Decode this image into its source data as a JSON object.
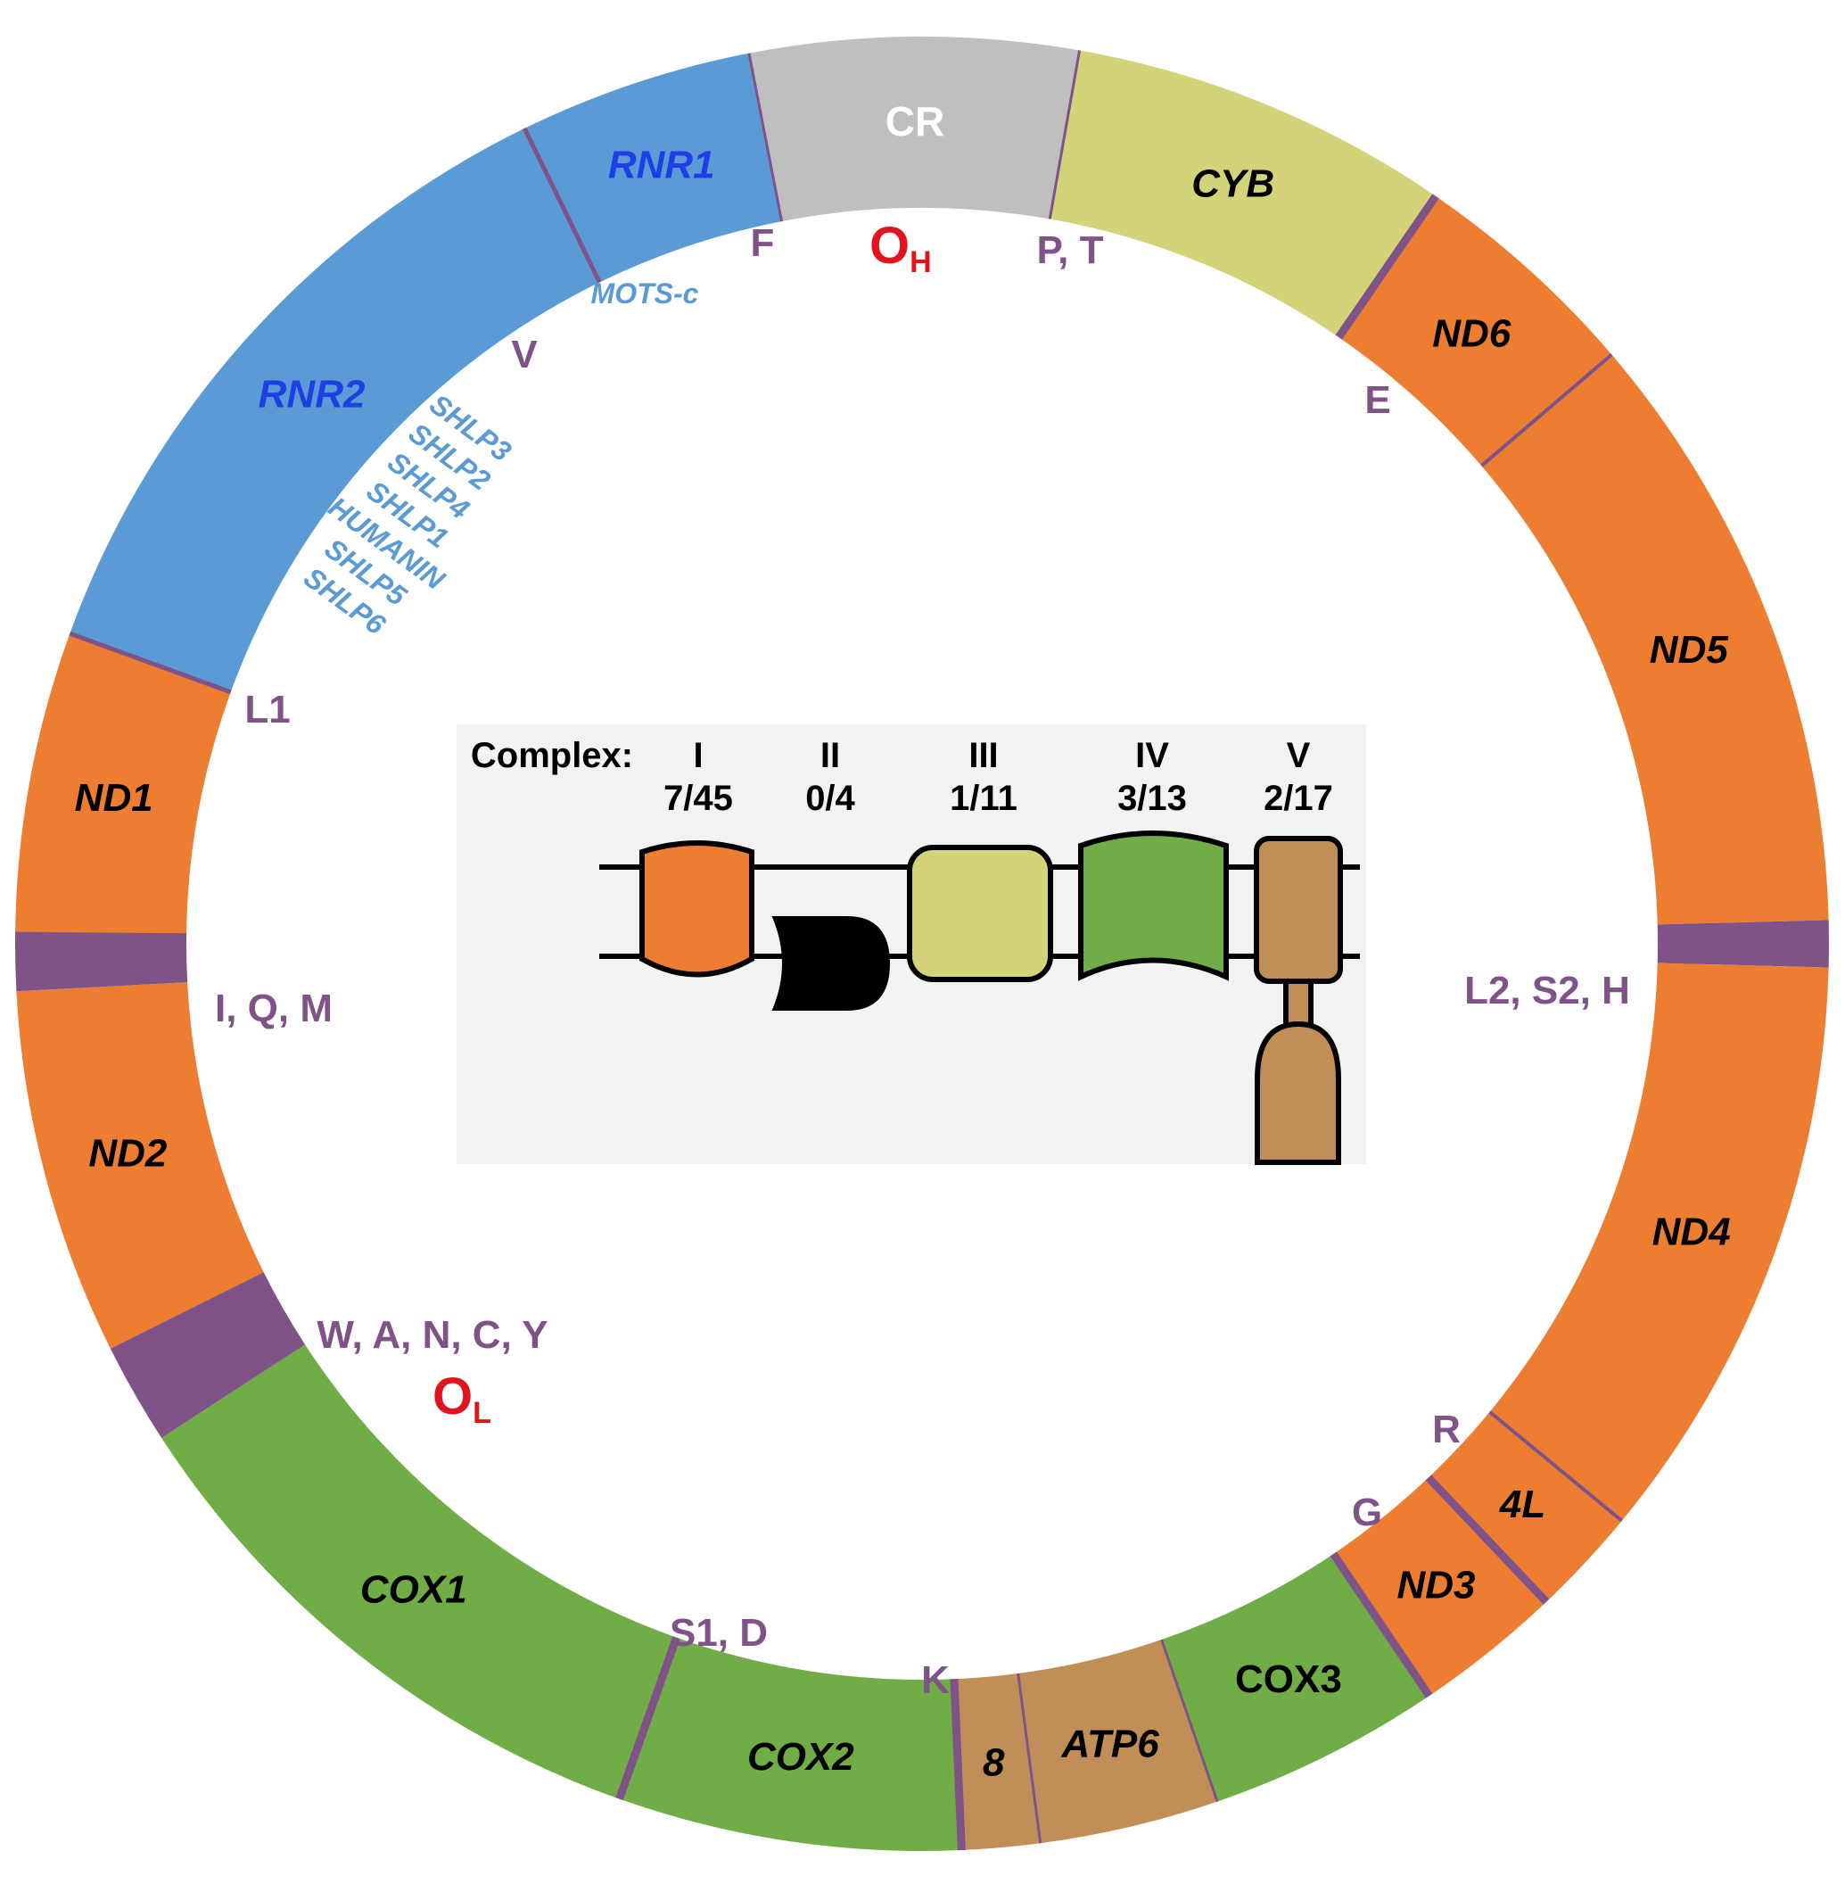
{
  "colors": {
    "complex_I": "#ED7D31",
    "complex_III": "#D3D47A",
    "complex_IV": "#70AD47",
    "complex_V": "#C08E56",
    "rRNA": "#5B9BD5",
    "control_region": "#BFBFBF",
    "tRNA": "#7F5387",
    "origin": "#E0141E",
    "rRNA_label": "#1F3FE6",
    "peptide": "#5B9BD5",
    "complex_II": "#000000",
    "panel_background": "#F2F2F2"
  },
  "genome_segments": [
    {
      "id": "CR",
      "label": "CR",
      "color_key": "control_region",
      "italic": false,
      "label_color": "#ffffff"
    },
    {
      "id": "CYB",
      "label": "CYB",
      "color_key": "complex_III",
      "italic": true
    },
    {
      "id": "ND6",
      "label": "ND6",
      "color_key": "complex_I",
      "italic": true
    },
    {
      "id": "ND5",
      "label": "ND5",
      "color_key": "complex_I",
      "italic": true
    },
    {
      "id": "trna_L2S2H",
      "label": "",
      "color_key": "tRNA"
    },
    {
      "id": "ND4",
      "label": "ND4",
      "color_key": "complex_I",
      "italic": true
    },
    {
      "id": "ND4L",
      "label": "4L",
      "color_key": "complex_I",
      "italic": true
    },
    {
      "id": "ND3",
      "label": "ND3",
      "color_key": "complex_I",
      "italic": true
    },
    {
      "id": "COX3",
      "label": "COX3",
      "color_key": "complex_IV",
      "italic": false
    },
    {
      "id": "ATP6",
      "label": "ATP6",
      "color_key": "complex_V",
      "italic": true
    },
    {
      "id": "ATP8",
      "label": "8",
      "color_key": "complex_V",
      "italic": true
    },
    {
      "id": "COX2",
      "label": "COX2",
      "color_key": "complex_IV",
      "italic": true
    },
    {
      "id": "COX1",
      "label": "COX1",
      "color_key": "complex_IV",
      "italic": true
    },
    {
      "id": "trna_WANCY",
      "label": "",
      "color_key": "tRNA"
    },
    {
      "id": "ND2",
      "label": "ND2",
      "color_key": "complex_I",
      "italic": true
    },
    {
      "id": "trna_IQM",
      "label": "",
      "color_key": "tRNA"
    },
    {
      "id": "ND1",
      "label": "ND1",
      "color_key": "complex_I",
      "italic": true
    },
    {
      "id": "RNR2",
      "label": "RNR2",
      "color_key": "rRNA",
      "italic": true,
      "label_color": "#1F3FE6"
    },
    {
      "id": "RNR1",
      "label": "RNR1",
      "color_key": "rRNA",
      "italic": true,
      "label_color": "#1F3FE6"
    }
  ],
  "trna_labels": [
    "F",
    "P, T",
    "E",
    "L2, S2, H",
    "R",
    "G",
    "K",
    "S1, D",
    "W, A, N, C, Y",
    "I, Q, M",
    "L1",
    "V"
  ],
  "origins": [
    {
      "letter": "O",
      "sub": "H"
    },
    {
      "letter": "O",
      "sub": "L"
    }
  ],
  "peptides": [
    "MOTS-c",
    "SHLP3",
    "SHLP2",
    "SHLP4",
    "SHLP1",
    "HUMANIN",
    "SHLP5",
    "SHLP6"
  ],
  "complex_panel": {
    "header": "Complex:",
    "complexes": [
      {
        "numeral": "I",
        "ratio": "7/45"
      },
      {
        "numeral": "II",
        "ratio": "0/4"
      },
      {
        "numeral": "III",
        "ratio": "1/11"
      },
      {
        "numeral": "IV",
        "ratio": "3/13"
      },
      {
        "numeral": "V",
        "ratio": "2/17"
      }
    ]
  }
}
